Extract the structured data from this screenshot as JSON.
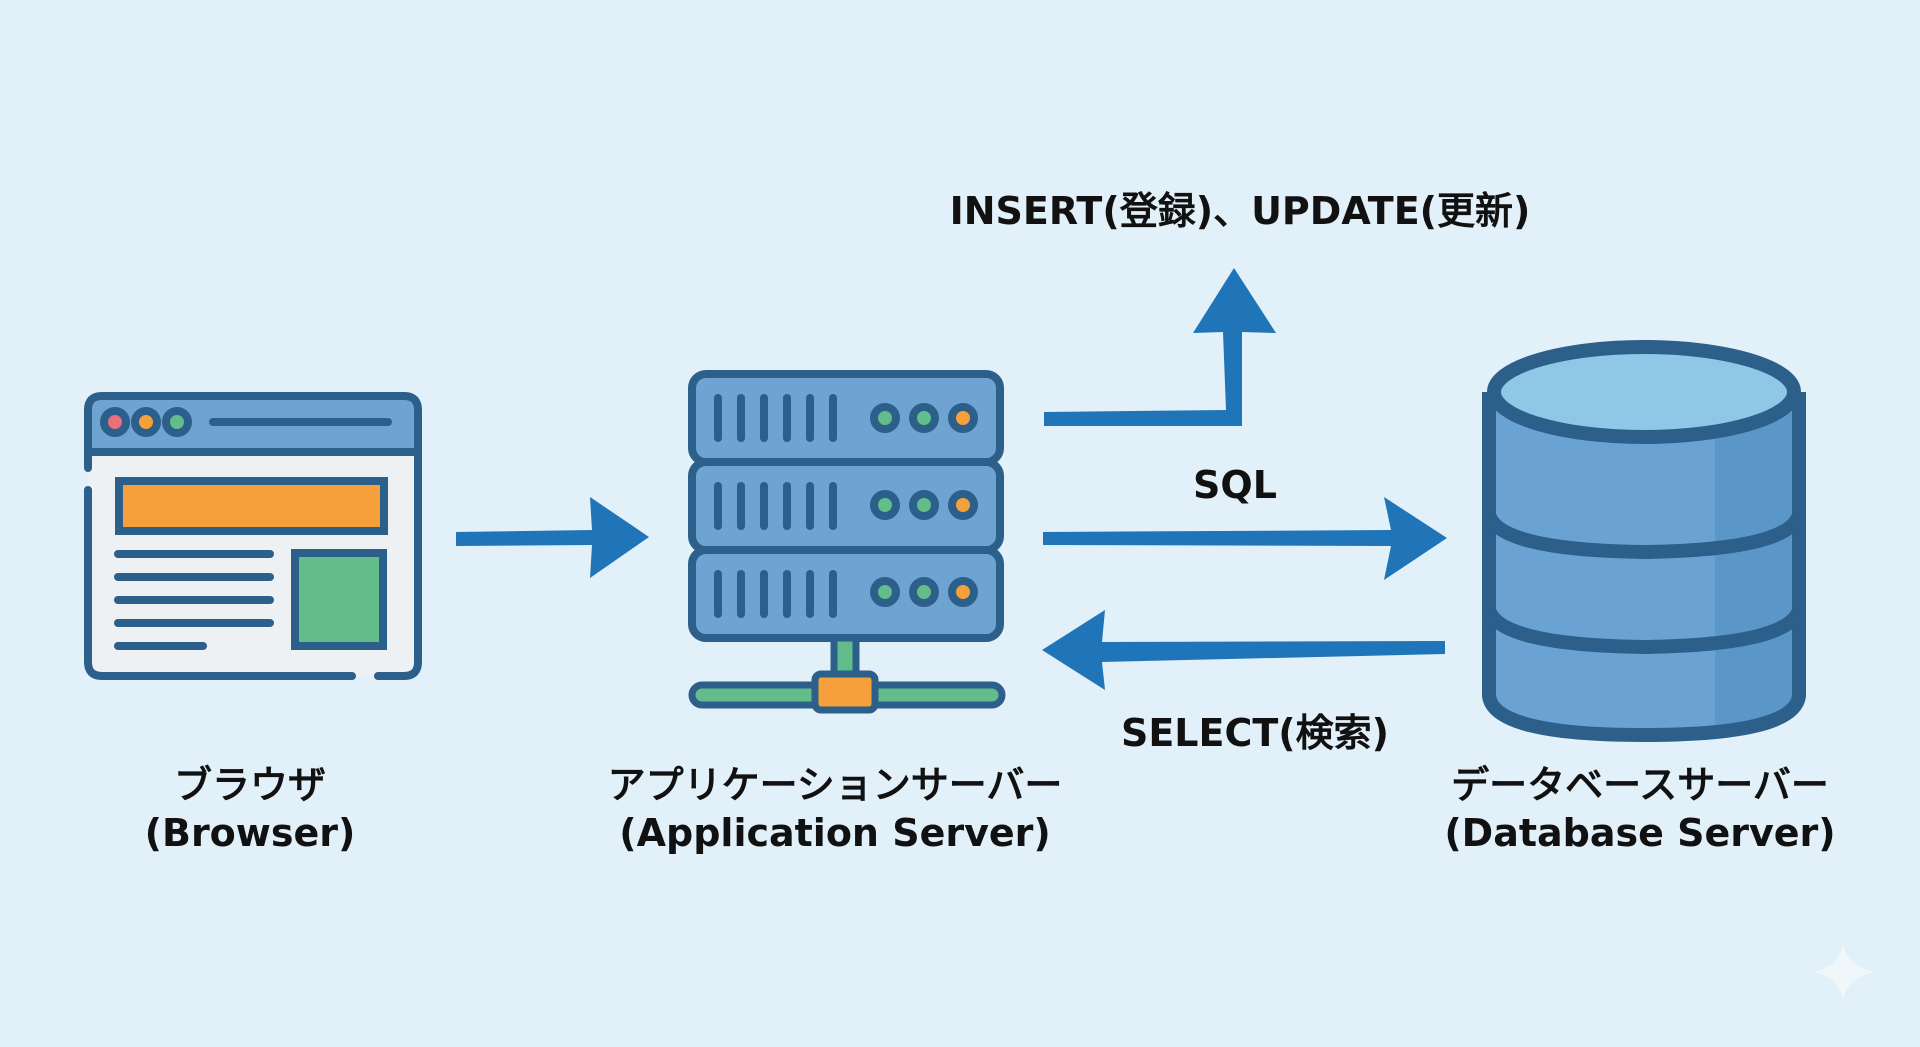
{
  "diagram": {
    "type": "architecture-flow",
    "nodes": [
      {
        "id": "browser",
        "icon": "browser-window-icon",
        "label_ja": "ブラウザ",
        "label_en": "(Browser)"
      },
      {
        "id": "app-server",
        "icon": "server-rack-icon",
        "label_ja": "アプリケーションサーバー",
        "label_en": "(Application Server)"
      },
      {
        "id": "db-server",
        "icon": "database-cylinder-icon",
        "label_ja": "データベースサーバー",
        "label_en": "(Database Server)"
      }
    ],
    "edges": [
      {
        "from": "browser",
        "to": "app-server",
        "label": ""
      },
      {
        "from": "app-server",
        "to": "up",
        "label": "INSERT(登録)、UPDATE(更新)"
      },
      {
        "from": "app-server",
        "to": "db-server",
        "label": "SQL"
      },
      {
        "from": "db-server",
        "to": "app-server",
        "label": "SELECT(検索)"
      }
    ]
  },
  "colors": {
    "background": "#e2f0f9",
    "arrow": "#1f75b8",
    "outline": "#2c5f8a",
    "panel_fill": "#6fa3d2",
    "db_top": "#8ec8e6",
    "db_body": "#6aa3d3",
    "db_shade": "#5b96c8",
    "browser_body": "#eef1f4",
    "accent_orange": "#f5a03a",
    "accent_green": "#62bd8a",
    "accent_red": "#e8707a",
    "text": "#111111"
  },
  "watermark": {
    "icon": "sparkle-icon"
  }
}
